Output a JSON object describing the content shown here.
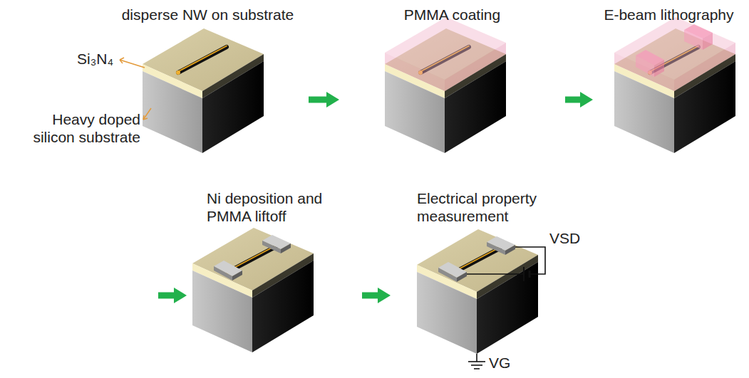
{
  "diagram": {
    "nodes": [
      {
        "text": [
          "disperse NW on substrate"
        ]
      },
      {
        "text": [
          "PMMA coating"
        ]
      },
      {
        "text": [
          "E-beam lithography"
        ]
      },
      {
        "text": [
          "Ni deposition and PMMA liftoff"
        ]
      },
      {
        "text": [
          "Electrical property measurement"
        ]
      }
    ],
    "edges": [
      {
        "from": 0,
        "to": 1,
        "arrow": "to"
      },
      {
        "from": 1,
        "to": 2,
        "arrow": "to"
      },
      {
        "from": 2,
        "to": 3,
        "arrow": "to"
      },
      {
        "from": 3,
        "to": 4,
        "arrow": "to"
      }
    ],
    "labels": [
      "Si₃N₄",
      "Heavy doped silicon substrate",
      "VSD",
      "VG"
    ]
  }
}
